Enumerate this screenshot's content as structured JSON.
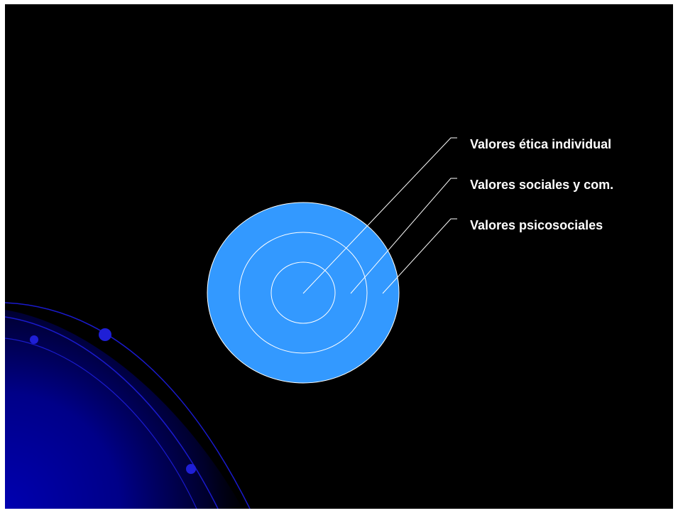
{
  "diagram": {
    "rings": [
      {
        "label": "Valores ética individual"
      },
      {
        "label": "Valores sociales y com."
      },
      {
        "label": "Valores psicosociales"
      }
    ],
    "colors": {
      "background": "#000000",
      "ring_fill": "#3399ff",
      "ring_stroke": "#ffffff",
      "label_text": "#ffffff",
      "decor_blue": "#1111cc"
    }
  }
}
